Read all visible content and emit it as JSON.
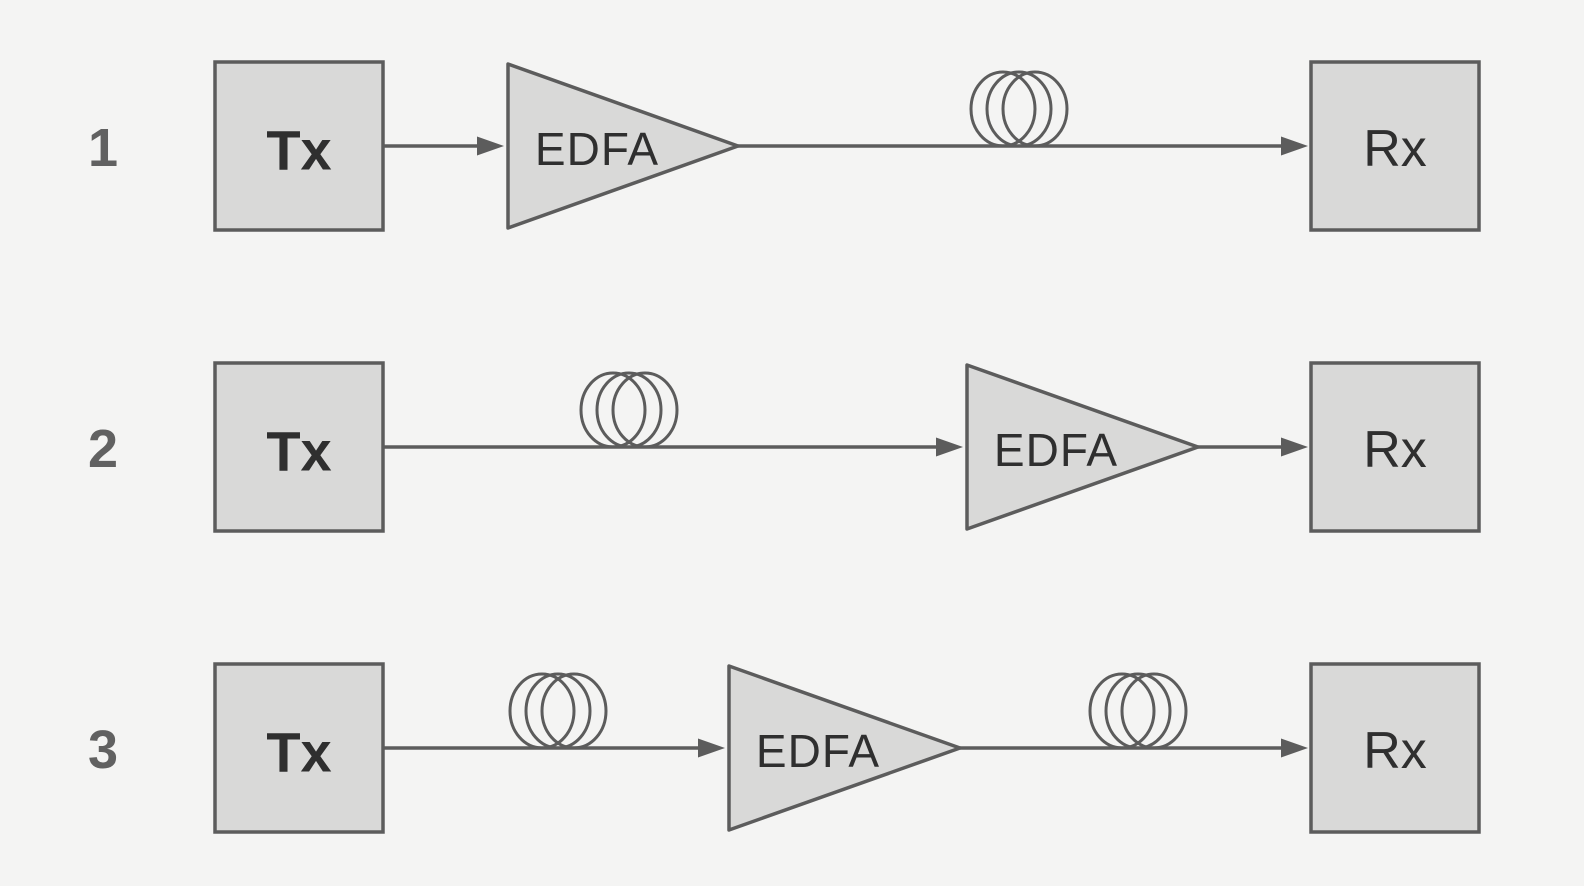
{
  "background": "#f4f4f3",
  "colors": {
    "shape_fill": "#d9d9d8",
    "stroke": "#5c5c5c",
    "label_text": "#2f2f2f",
    "number_text": "#616161"
  },
  "diagram": {
    "rows": [
      {
        "number": "1",
        "tx_label": "Tx",
        "edfa_label": "EDFA",
        "rx_label": "Rx"
      },
      {
        "number": "2",
        "tx_label": "Tx",
        "edfa_label": "EDFA",
        "rx_label": "Rx"
      },
      {
        "number": "3",
        "tx_label": "Tx",
        "edfa_label": "EDFA",
        "rx_label": "Rx"
      }
    ]
  }
}
